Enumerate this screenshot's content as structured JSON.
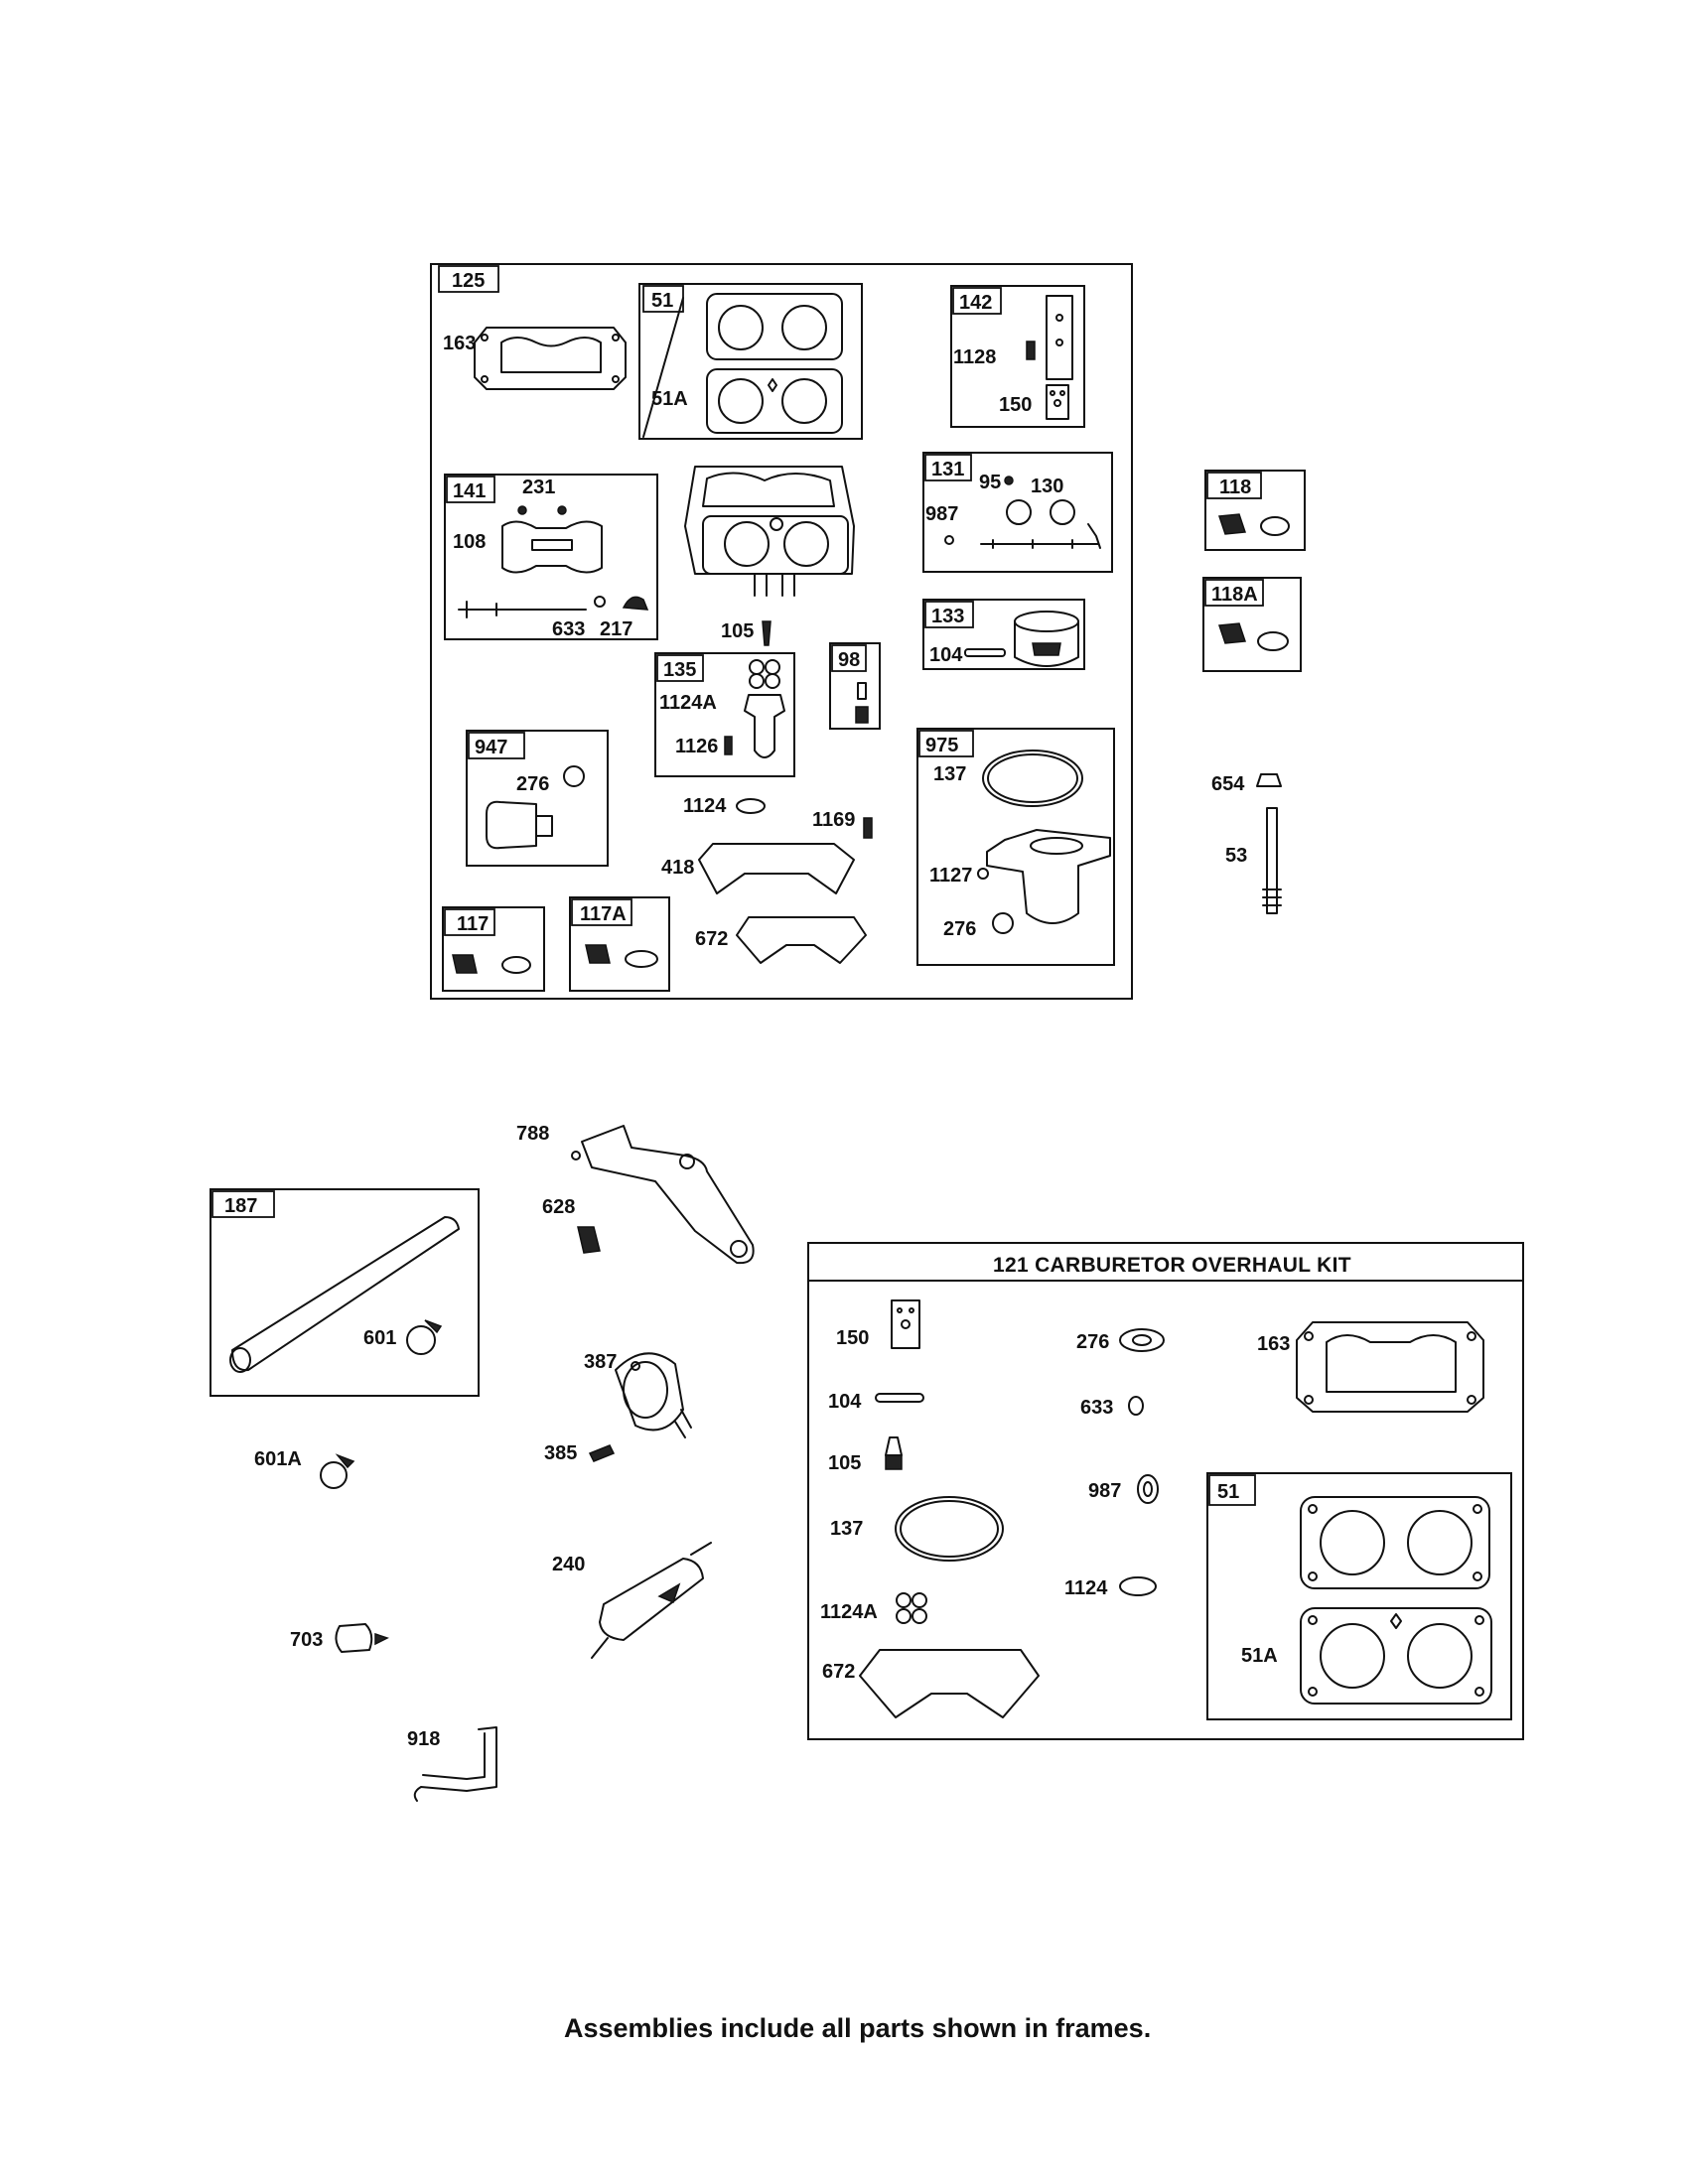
{
  "caption": "Assemblies include all parts shown in frames.",
  "kit_title": "121 CARBURETOR OVERHAUL KIT",
  "frames": {
    "f125": "125",
    "f51": "51",
    "f142": "142",
    "f141": "141",
    "f131": "131",
    "f133": "133",
    "f118": "118",
    "f118a": "118A",
    "f135": "135",
    "f98": "98",
    "f947": "947",
    "f975": "975",
    "f117": "117",
    "f117a": "117A",
    "f187": "187",
    "f51b": "51"
  },
  "labels": {
    "l163": "163",
    "l51a": "51A",
    "l1128": "1128",
    "l150": "150",
    "l231": "231",
    "l108": "108",
    "l633": "633",
    "l217": "217",
    "l95": "95",
    "l130": "130",
    "l987": "987",
    "l104": "104",
    "l105": "105",
    "l1124a": "1124A",
    "l1126": "1126",
    "l276": "276",
    "l137": "137",
    "l1124": "1124",
    "l1169": "1169",
    "l418": "418",
    "l672": "672",
    "l1127": "1127",
    "l276b": "276",
    "l654": "654",
    "l53": "53",
    "l788": "788",
    "l628": "628",
    "l601": "601",
    "l601a": "601A",
    "l387": "387",
    "l385": "385",
    "l240": "240",
    "l703": "703",
    "l918": "918",
    "k150": "150",
    "k104": "104",
    "k105": "105",
    "k137": "137",
    "k1124a": "1124A",
    "k672": "672",
    "k276": "276",
    "k633": "633",
    "k987": "987",
    "k1124": "1124",
    "k163": "163",
    "k51a": "51A"
  }
}
